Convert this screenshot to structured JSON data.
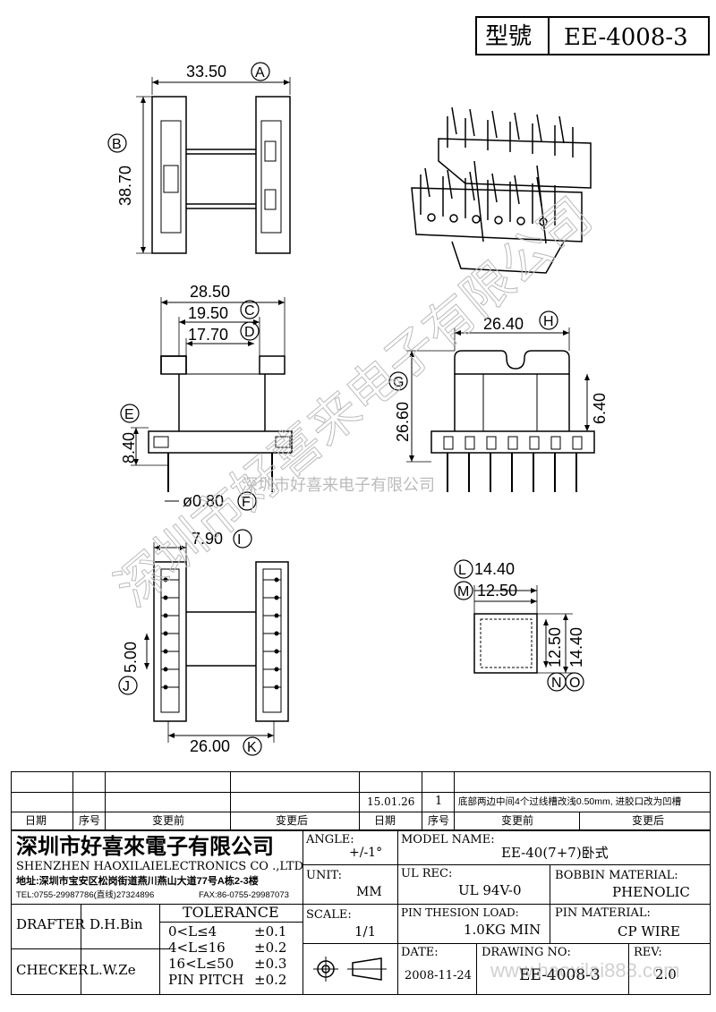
{
  "header": {
    "model_label": "型號",
    "model_value": "EE-4008-3"
  },
  "dims": {
    "A": {
      "value": "33.50",
      "letter": "A"
    },
    "B": {
      "value": "38.70",
      "letter": "B"
    },
    "C": {
      "value": "19.50",
      "letter": "C"
    },
    "D": {
      "value": "17.70",
      "letter": "D"
    },
    "top_width": {
      "value": "28.50"
    },
    "E": {
      "value": "8.40",
      "letter": "E"
    },
    "F": {
      "value": "ø0.80",
      "letter": "F"
    },
    "H": {
      "value": "26.40",
      "letter": "H"
    },
    "G": {
      "value": "26.60",
      "letter": "G"
    },
    "side_height": {
      "value": "6.40"
    },
    "I": {
      "value": "7.90",
      "letter": "I"
    },
    "J": {
      "value": "5.00",
      "letter": "J"
    },
    "K": {
      "value": "26.00",
      "letter": "K"
    },
    "L": {
      "value": "14.40",
      "letter": "L"
    },
    "M": {
      "value": "12.50",
      "letter": "M"
    },
    "N": {
      "letter": "N"
    },
    "O": {
      "letter": "O"
    },
    "sq_h1": {
      "value": "12.50"
    },
    "sq_h2": {
      "value": "14.40"
    }
  },
  "watermark": {
    "big": "深圳市好喜来电子有限公司",
    "small": "深圳市好喜来电子有限公司",
    "web": "www.haoxilai888.com"
  },
  "revision": {
    "date": "15.01.26",
    "no": "1",
    "note": "底部两边中间4个过线槽改浅0.50mm, 进胶口改为凹槽",
    "headers": [
      "日期",
      "序号",
      "变更前",
      "变更后",
      "日期",
      "序号",
      "变更前",
      "变更后"
    ]
  },
  "company": {
    "name_cn": "深圳市好喜來電子有限公司",
    "name_en": "SHENZHEN HAOXILAIELECTRONICS CO .,LTD",
    "address": "地址:深圳市宝安区松岗街道燕川燕山大道77号A栋2-3楼",
    "tel": "TEL:0755-29987786(直线)27324896",
    "fax": "FAX:86-0755-29987073"
  },
  "title_block": {
    "angle_label": "ANGLE:",
    "angle_value": "+/-1°",
    "model_name_label": "MODEL NAME:",
    "model_name_value": "EE-40(7+7)卧式",
    "unit_label": "UNIT:",
    "unit_value": "MM",
    "ul_label": "UL REC:",
    "ul_value": "UL 94V-0",
    "bobbin_label": "BOBBIN MATERIAL:",
    "bobbin_value": "PHENOLIC",
    "drafter_label": "DRAFTER",
    "drafter_value": "D.H.Bin",
    "checker_label": "CHECKER",
    "checker_value": "L.W.Ze",
    "tolerance_label": "TOLERANCE",
    "tol_rows": [
      {
        "range": "0<L≤4",
        "tol": "±0.1"
      },
      {
        "range": "4<L≤16",
        "tol": "±0.2"
      },
      {
        "range": "16<L≤50",
        "tol": "±0.3"
      },
      {
        "range": "PIN PITCH",
        "tol": "±0.2"
      }
    ],
    "scale_label": "SCALE:",
    "scale_value": "1/1",
    "pin_load_label": "PIN THESION LOAD:",
    "pin_load_value": "1.0KG MIN",
    "pin_mat_label": "PIN MATERIAL:",
    "pin_mat_value": "CP  WIRE",
    "date_label": "DATE:",
    "date_value": "2008-11-24",
    "drawing_label": "DRAWING NO:",
    "drawing_value": "EE-4008-3",
    "rev_label": "REV:",
    "rev_value": "2.0"
  }
}
